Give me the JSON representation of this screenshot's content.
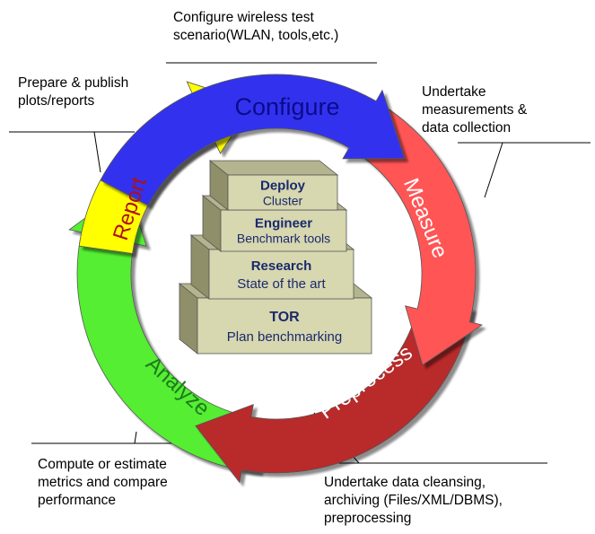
{
  "phases": [
    {
      "id": "configure",
      "label": "Configure",
      "color": "#3333ee",
      "text_color": "#0b0b8c"
    },
    {
      "id": "measure",
      "label": "Measure",
      "color": "#ff5555",
      "text_color": "#ffffff"
    },
    {
      "id": "preprocess",
      "label": "Preprocess",
      "color": "#b92a2a",
      "text_color": "#ffffff"
    },
    {
      "id": "analyze",
      "label": "Analyze",
      "color": "#55ee33",
      "text_color": "#1d7a1d"
    },
    {
      "id": "report",
      "label": "Report",
      "color": "#ffff00",
      "text_color": "#b01010"
    }
  ],
  "pyramid": [
    {
      "title": "Deploy",
      "subtitle": "Cluster"
    },
    {
      "title": "Engineer",
      "subtitle": "Benchmark tools"
    },
    {
      "title": "Research",
      "subtitle": "State of the art"
    },
    {
      "title": "TOR",
      "subtitle": "Plan benchmarking"
    }
  ],
  "pyramid_color": "#d7d7b0",
  "annotations": {
    "configure": "Configure wireless test\nscenario(WLAN, tools,etc.)",
    "measure": "Undertake\nmeasurements &\ndata collection",
    "preprocess": "Undertake  data cleansing,\narchiving (Files/XML/DBMS),\npreprocessing",
    "analyze": "Compute or estimate\nmetrics and compare\nperformance",
    "report": "Prepare & publish\nplots/reports"
  }
}
